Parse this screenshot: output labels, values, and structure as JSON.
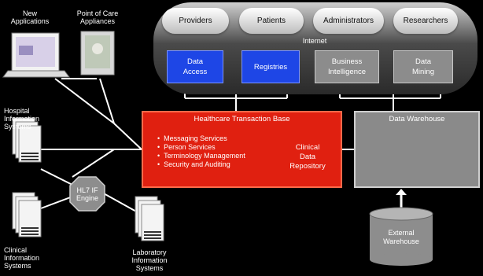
{
  "endpoints": {
    "new_applications": "New\nApplications",
    "point_of_care": "Point of Care\nAppliances",
    "hospital_systems": "Hospital\nInformation\nSystems",
    "clinical_systems": "Clinical\nInformation\nSystems",
    "laboratory_systems": "Laboratory\nInformation\nSystems"
  },
  "internet": {
    "label": "Internet",
    "users": [
      "Providers",
      "Patients",
      "Administrators",
      "Researchers"
    ],
    "services": [
      "Data\nAccess",
      "Registries",
      "Business\nIntelligence",
      "Data\nMining"
    ]
  },
  "htb": {
    "title": "Healthcare Transaction Base",
    "services": [
      "Messaging Services",
      "Person Services",
      "Terminology Management",
      "Security and Auditing"
    ],
    "repository": "Clinical\nData\nRepository"
  },
  "hl7": "HL7 IF\nEngine",
  "warehouse": {
    "title": "Data Warehouse",
    "external": "External\nWarehouse"
  },
  "colors": {
    "htb": "#e02010",
    "service_blue": "#1e46e6",
    "service_gray": "#8c8c8c",
    "warehouse": "#8a8a8a"
  }
}
